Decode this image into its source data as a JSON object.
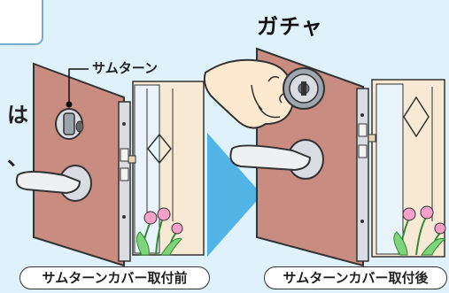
{
  "left_note": {
    "line1": "は",
    "line2": "、"
  },
  "callout_label": "サムターン",
  "sound_effect": "ガチャ",
  "before_caption": "サムターンカバー取付前",
  "after_caption": "サムターンカバー取付後",
  "colors": {
    "background": "#dff2fb",
    "door": "#c98c80",
    "door_edge": "#b07468",
    "arrow": "#39a9e1",
    "wall": "#f7e9d3",
    "hardware": "#d9dde2"
  }
}
